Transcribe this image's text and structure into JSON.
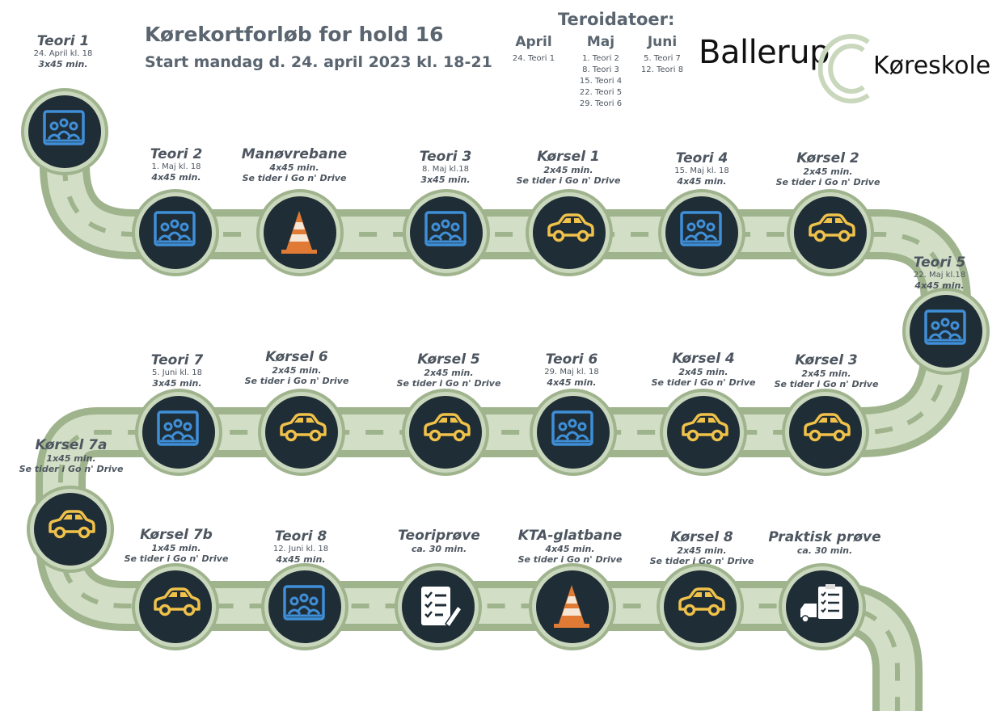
{
  "header": {
    "title": "Kørekortforløb for hold 16",
    "subtitle": "Start mandag d. 24. april 2023 kl. 18-21"
  },
  "schedule": {
    "title": "Teroidatoer:",
    "columns": [
      {
        "month": "April",
        "items": [
          "24. Teori 1"
        ]
      },
      {
        "month": "Maj",
        "items": [
          "1. Teori 2",
          "8. Teori 3",
          "15. Teori 4",
          "22. Teori 5",
          "29. Teori 6"
        ]
      },
      {
        "month": "Juni",
        "items": [
          "5. Teori 7",
          "12. Teori 8"
        ]
      }
    ]
  },
  "logo": {
    "word1": "Ballerup",
    "word2": "Køreskole"
  },
  "colors": {
    "road": "#9fb38d",
    "node_bg": "#1f2d36",
    "theory_icon": "#3f8fd8",
    "car_icon": "#f0c24a",
    "cone_icon": "#e07a35",
    "text": "#4d5660"
  },
  "steps": [
    {
      "id": "teori-1",
      "title": "Teori 1",
      "date": "24. April kl. 18",
      "hours": "3x45 min.",
      "icon": "classroom-icon"
    },
    {
      "id": "teori-2",
      "title": "Teori 2",
      "date": "1. Maj kl. 18",
      "hours": "4x45 min.",
      "icon": "classroom-icon"
    },
    {
      "id": "manoevrebane",
      "title": "Manøvrebane",
      "date": "4x45 min.",
      "hours": "Se tider i Go n' Drive",
      "icon": "cone-icon"
    },
    {
      "id": "teori-3",
      "title": "Teori 3",
      "date": "8. Maj kl.18",
      "hours": "3x45 min.",
      "icon": "classroom-icon"
    },
    {
      "id": "koersel-1",
      "title": "Kørsel 1",
      "date": "2x45 min.",
      "hours": "Se tider i Go n' Drive",
      "icon": "car-icon"
    },
    {
      "id": "teori-4",
      "title": "Teori 4",
      "date": "15. Maj kl. 18",
      "hours": "4x45 min.",
      "icon": "classroom-icon"
    },
    {
      "id": "koersel-2",
      "title": "Kørsel 2",
      "date": "2x45 min.",
      "hours": "Se tider i Go n' Drive",
      "icon": "car-icon"
    },
    {
      "id": "teori-5",
      "title": "Teori 5",
      "date": "22. Maj kl.18",
      "hours": "4x45 min.",
      "icon": "classroom-icon"
    },
    {
      "id": "koersel-3",
      "title": "Kørsel 3",
      "date": "2x45 min.",
      "hours": "Se tider i Go n' Drive",
      "icon": "car-icon"
    },
    {
      "id": "koersel-4",
      "title": "Kørsel 4",
      "date": "2x45 min.",
      "hours": "Se tider i Go n' Drive",
      "icon": "car-icon"
    },
    {
      "id": "teori-6",
      "title": "Teori 6",
      "date": "29. Maj kl. 18",
      "hours": "4x45 min.",
      "icon": "classroom-icon"
    },
    {
      "id": "koersel-5",
      "title": "Kørsel 5",
      "date": "2x45 min.",
      "hours": "Se tider i Go n' Drive",
      "icon": "car-icon"
    },
    {
      "id": "koersel-6",
      "title": "Kørsel 6",
      "date": "2x45 min.",
      "hours": "Se tider i Go n' Drive",
      "icon": "car-icon"
    },
    {
      "id": "teori-7",
      "title": "Teori 7",
      "date": "5. Juni kl. 18",
      "hours": "3x45 min.",
      "icon": "classroom-icon"
    },
    {
      "id": "koersel-7a",
      "title": "Kørsel 7a",
      "date": "1x45 min.",
      "hours": "Se tider i Go n' Drive",
      "icon": "car-icon"
    },
    {
      "id": "koersel-7b",
      "title": "Kørsel 7b",
      "date": "1x45 min.",
      "hours": "Se tider i Go n' Drive",
      "icon": "car-icon"
    },
    {
      "id": "teori-8",
      "title": "Teori 8",
      "date": "12. Juni kl. 18",
      "hours": "4x45 min.",
      "icon": "classroom-icon"
    },
    {
      "id": "teoriproeve",
      "title": "Teoriprøve",
      "date": "ca. 30 min.",
      "hours": "",
      "icon": "checklist-icon"
    },
    {
      "id": "kta-glatbane",
      "title": "KTA-glatbane",
      "date": "4x45 min.",
      "hours": "Se tider i Go n' Drive",
      "icon": "cone-icon"
    },
    {
      "id": "koersel-8",
      "title": "Kørsel 8",
      "date": "2x45 min.",
      "hours": "Se tider i Go n' Drive",
      "icon": "car-icon"
    },
    {
      "id": "praktisk-proeve",
      "title": "Praktisk prøve",
      "date": "ca. 30 min.",
      "hours": "",
      "icon": "driving-test-icon"
    }
  ]
}
